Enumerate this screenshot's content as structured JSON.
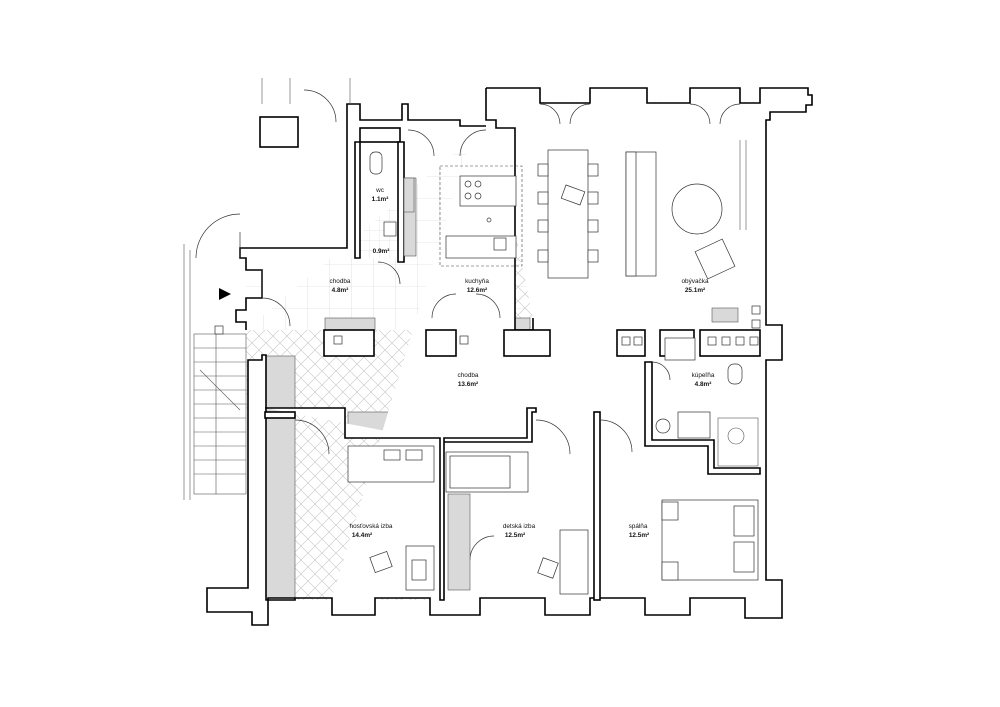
{
  "rooms": [
    {
      "key": "wc",
      "name": "wc",
      "area": "1.1m²"
    },
    {
      "key": "closet",
      "name": "",
      "area": "0.9m²"
    },
    {
      "key": "chodba1",
      "name": "chodba",
      "area": "4.8m²"
    },
    {
      "key": "kuchyna",
      "name": "kuchyňa",
      "area": "12.6m²"
    },
    {
      "key": "obyvacka",
      "name": "obývačka",
      "area": "25.1m²"
    },
    {
      "key": "chodba2",
      "name": "chodba",
      "area": "13.6m²"
    },
    {
      "key": "kupelna",
      "name": "kúpeľňa",
      "area": "4.8m²"
    },
    {
      "key": "hostovska",
      "name": "hosťovská izba",
      "area": "14.4m²"
    },
    {
      "key": "detska",
      "name": "detská izba",
      "area": "12.5m²"
    },
    {
      "key": "spalna",
      "name": "spálňa",
      "area": "12.5m²"
    }
  ],
  "colors": {
    "wall": "#000000",
    "tile_fill": "#d9d9d9",
    "line": "#555555",
    "background": "#ffffff"
  },
  "icons": {
    "entrance": "entrance-arrow-icon"
  }
}
